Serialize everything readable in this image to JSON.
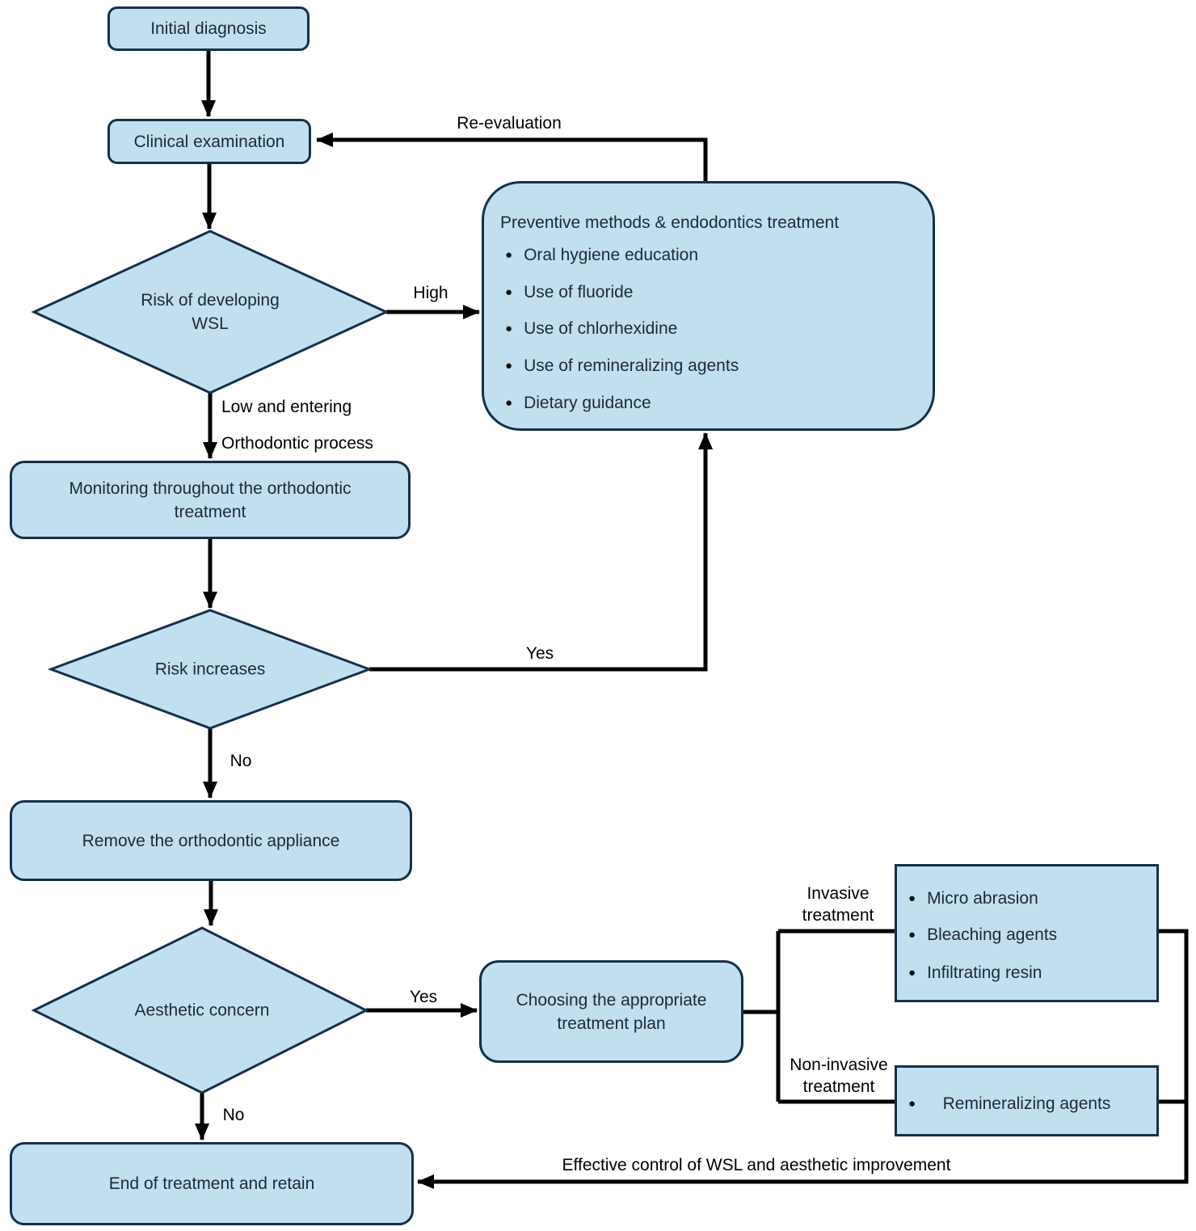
{
  "diagram": {
    "colors": {
      "node_fill": "#c2dff0",
      "node_border": "#16304a",
      "line_color": "#000000",
      "text_color": "#1c2a33"
    },
    "ui": {
      "bullet": "●"
    },
    "nodes": {
      "initial": {
        "label": "Initial diagnosis"
      },
      "clinical": {
        "label": "Clinical examination"
      },
      "risk_wsl": {
        "line1": "Risk of developing",
        "line2": "WSL"
      },
      "preventive": {
        "title": "Preventive methods & endodontics treatment",
        "items": [
          "Oral hygiene education",
          "Use of fluoride",
          "Use of chlorhexidine",
          "Use of remineralizing agents",
          "Dietary guidance"
        ]
      },
      "monitoring": {
        "line1": "Monitoring throughout the orthodontic",
        "line2": "treatment"
      },
      "risk_increases": {
        "label": "Risk increases"
      },
      "remove": {
        "label": "Remove the orthodontic appliance"
      },
      "aesthetic": {
        "label": "Aesthetic concern"
      },
      "choosing": {
        "line1": "Choosing the appropriate",
        "line2": "treatment plan"
      },
      "invasive": {
        "items": [
          "Micro abrasion",
          "Bleaching agents",
          "Infiltrating resin"
        ]
      },
      "noninvasive": {
        "items": [
          "Remineralizing agents"
        ]
      },
      "end": {
        "label": "End of treatment and retain"
      }
    },
    "edge_labels": {
      "re_evaluation": "Re-evaluation",
      "high": "High",
      "low_line1": "Low and entering",
      "low_line2": "Orthodontic process",
      "yes_risk": "Yes",
      "no_risk": "No",
      "yes_aesthetic": "Yes",
      "no_aesthetic": "No",
      "invasive_line1": "Invasive",
      "invasive_line2": "treatment",
      "noninvasive_line1": "Non-invasive",
      "noninvasive_line2": "treatment",
      "effective": "Effective control of WSL and aesthetic improvement"
    }
  }
}
